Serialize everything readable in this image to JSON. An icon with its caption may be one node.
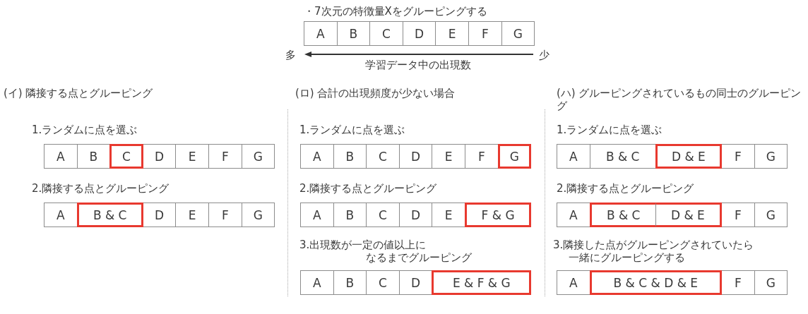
{
  "diagram": {
    "nodes": [
      {
        "text": [
          "A"
        ]
      },
      {
        "text": [
          "B"
        ]
      },
      {
        "text": [
          "C"
        ]
      },
      {
        "text": [
          "D"
        ]
      },
      {
        "text": [
          "E"
        ]
      },
      {
        "text": [
          "F"
        ]
      },
      {
        "text": [
          "G"
        ]
      },
      {
        "text": [
          "A"
        ]
      },
      {
        "text": [
          "B"
        ]
      },
      {
        "text": [
          "C"
        ]
      },
      {
        "text": [
          "D"
        ]
      },
      {
        "text": [
          "E"
        ]
      },
      {
        "text": [
          "F"
        ]
      },
      {
        "text": [
          "G"
        ]
      },
      {
        "text": [
          "A"
        ]
      },
      {
        "text": [
          "B & C"
        ]
      },
      {
        "text": [
          "D"
        ]
      },
      {
        "text": [
          "E"
        ]
      },
      {
        "text": [
          "F"
        ]
      },
      {
        "text": [
          "G"
        ]
      },
      {
        "text": [
          "A"
        ]
      },
      {
        "text": [
          "B"
        ]
      },
      {
        "text": [
          "C"
        ]
      },
      {
        "text": [
          "D"
        ]
      },
      {
        "text": [
          "E"
        ]
      },
      {
        "text": [
          "F"
        ]
      },
      {
        "text": [
          "G"
        ]
      },
      {
        "text": [
          "A"
        ]
      },
      {
        "text": [
          "B"
        ]
      },
      {
        "text": [
          "C"
        ]
      },
      {
        "text": [
          "D"
        ]
      },
      {
        "text": [
          "E"
        ]
      },
      {
        "text": [
          "F & G"
        ]
      },
      {
        "text": [
          "A"
        ]
      },
      {
        "text": [
          "B"
        ]
      },
      {
        "text": [
          "C"
        ]
      },
      {
        "text": [
          "D"
        ]
      },
      {
        "text": [
          "E & F & G"
        ]
      },
      {
        "text": [
          "A"
        ]
      },
      {
        "text": [
          "B & C"
        ]
      },
      {
        "text": [
          "D & E"
        ]
      },
      {
        "text": [
          "F"
        ]
      },
      {
        "text": [
          "G"
        ]
      },
      {
        "text": [
          "A"
        ]
      },
      {
        "text": [
          "B & C"
        ]
      },
      {
        "text": [
          "D & E"
        ]
      },
      {
        "text": [
          "F"
        ]
      },
      {
        "text": [
          "G"
        ]
      },
      {
        "text": [
          "A"
        ]
      },
      {
        "text": [
          "B & C & D & E"
        ]
      },
      {
        "text": [
          "F"
        ]
      },
      {
        "text": [
          "G"
        ]
      }
    ],
    "labels": [
      "・7次元の特徴量Xをグルーピングする",
      "多",
      "少",
      "学習データ中の出現数",
      "(イ) 隣接する点とグルーピング",
      "1.ランダムに点を選ぶ",
      "2.隣接する点とグルーピング",
      "(ロ) 合計の出現頻度が少ない場合",
      "1.ランダムに点を選ぶ",
      "2.隣接する点とグルーピング",
      "3.出現数が一定の値以上になるまでグルーピング",
      "(ハ) グルーピングされているもの同士のグルーピング",
      "1.ランダムに点を選ぶ",
      "2.隣接する点とグルーピング",
      "3.隣接した点がグルーピングされていたら一緒にグルーピングする"
    ]
  }
}
